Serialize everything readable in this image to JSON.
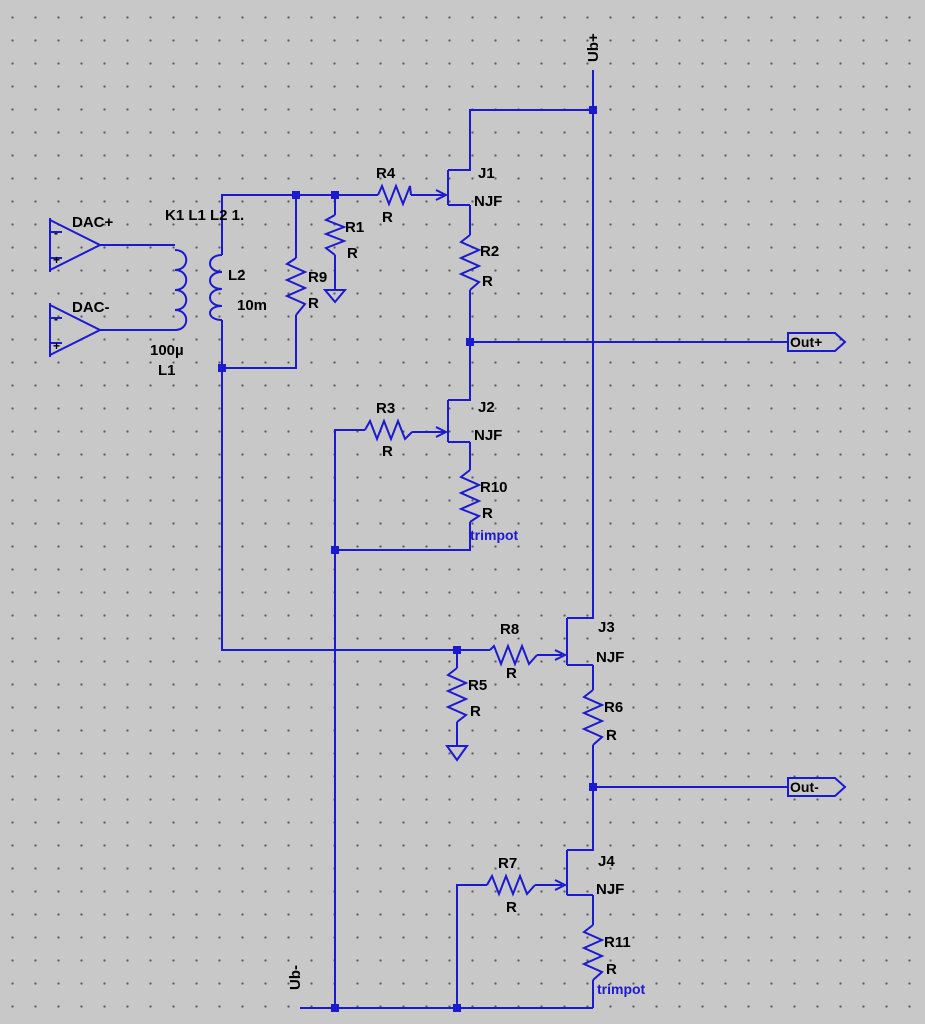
{
  "schematic": {
    "directive": "K1 L1 L2 1.",
    "inputs": [
      {
        "ref": "in_pos",
        "label": "DAC+"
      },
      {
        "ref": "in_neg",
        "label": "DAC-"
      }
    ],
    "outputs": [
      {
        "ref": "out_pos",
        "label": "Out+"
      },
      {
        "ref": "out_neg",
        "label": "Out-"
      }
    ],
    "supplies": [
      {
        "ref": "vpos",
        "label": "Ub+"
      },
      {
        "ref": "vneg",
        "label": "Ub-"
      }
    ],
    "inductors": [
      {
        "ref": "L1",
        "value": "100µ"
      },
      {
        "ref": "L2",
        "value": "10m"
      }
    ],
    "resistors": [
      {
        "ref": "R1",
        "value": "R"
      },
      {
        "ref": "R2",
        "value": "R"
      },
      {
        "ref": "R3",
        "value": "R"
      },
      {
        "ref": "R4",
        "value": "R"
      },
      {
        "ref": "R5",
        "value": "R"
      },
      {
        "ref": "R6",
        "value": "R"
      },
      {
        "ref": "R7",
        "value": "R"
      },
      {
        "ref": "R8",
        "value": "R"
      },
      {
        "ref": "R9",
        "value": "R"
      },
      {
        "ref": "R10",
        "value": "R",
        "note": "trimpot"
      },
      {
        "ref": "R11",
        "value": "R",
        "note": "trimpot"
      }
    ],
    "transistors": [
      {
        "ref": "J1",
        "model": "NJF"
      },
      {
        "ref": "J2",
        "model": "NJF"
      },
      {
        "ref": "J3",
        "model": "NJF"
      },
      {
        "ref": "J4",
        "model": "NJF"
      }
    ],
    "colors": {
      "wire": "#1a1ad0",
      "background": "#c8c8c8",
      "grid": "#5a5a5a",
      "label": "#000000"
    }
  }
}
